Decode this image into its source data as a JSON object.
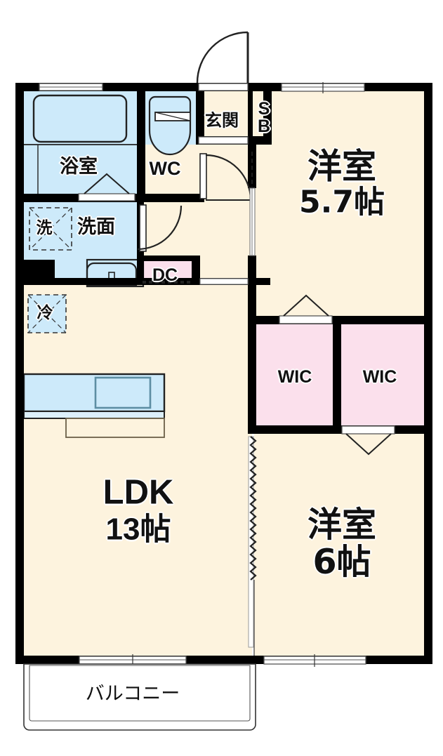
{
  "plan": {
    "type": "japanese-apartment-floorplan",
    "layout_code": "2LDK",
    "colors": {
      "wall": "#000000",
      "room_floor": "#FDF3DE",
      "wet_area": "#CDEAFA",
      "closet": "#FBE0EC",
      "balcony": "#FFFFFF",
      "text": "#111111"
    }
  },
  "rooms": [
    {
      "id": "bedroom_north",
      "name": "洋室",
      "size": "5.7帖",
      "fill": "room_floor"
    },
    {
      "id": "bedroom_south",
      "name": "洋室",
      "size": "6帖",
      "fill": "room_floor"
    },
    {
      "id": "ldk",
      "name": "LDK",
      "size": "13帖",
      "fill": "room_floor"
    },
    {
      "id": "bath",
      "name": "浴室",
      "size": "",
      "fill": "wet_area"
    },
    {
      "id": "toilet",
      "name": "WC",
      "size": "",
      "fill": "wet_area"
    },
    {
      "id": "washroom",
      "name": "洗面",
      "size": "",
      "fill": "wet_area"
    },
    {
      "id": "laundry_slot",
      "name": "洗",
      "size": "",
      "fill": "wet_area"
    },
    {
      "id": "entrance",
      "name": "玄関",
      "size": "",
      "fill": "room_floor"
    },
    {
      "id": "shoe_box",
      "name": "SB",
      "size": "",
      "fill": "closet"
    },
    {
      "id": "dc_closet",
      "name": "DC",
      "size": "",
      "fill": "closet"
    },
    {
      "id": "wic_left",
      "name": "WIC",
      "size": "",
      "fill": "closet"
    },
    {
      "id": "wic_right",
      "name": "WIC",
      "size": "",
      "fill": "closet"
    },
    {
      "id": "fridge_slot",
      "name": "冷",
      "size": "",
      "fill": "wet_area"
    },
    {
      "id": "balcony",
      "name": "バルコニー",
      "size": "",
      "fill": "balcony"
    }
  ],
  "labels": {
    "bedroom_north_name": "洋室",
    "bedroom_north_size": "5.7帖",
    "bedroom_south_name": "洋室",
    "bedroom_south_size": "6帖",
    "ldk_name": "LDK",
    "ldk_size": "13帖",
    "bath": "浴室",
    "toilet": "WC",
    "entrance": "玄関",
    "shoe_box_line1": "S",
    "shoe_box_line2": "B",
    "laundry": "洗",
    "washroom": "洗面",
    "fridge": "冷",
    "dc": "DC",
    "wic_left": "WIC",
    "wic_right": "WIC",
    "balcony": "バルコニー"
  },
  "fixtures": [
    {
      "name": "bathtub",
      "room": "bath"
    },
    {
      "name": "toilet-bowl",
      "room": "toilet"
    },
    {
      "name": "vanity-sink",
      "room": "washroom"
    },
    {
      "name": "kitchen-counter",
      "room": "ldk"
    },
    {
      "name": "kitchen-sink",
      "room": "ldk"
    },
    {
      "name": "washing-machine-slot",
      "room": "washroom"
    },
    {
      "name": "refrigerator-slot",
      "room": "ldk"
    }
  ],
  "openings": [
    {
      "name": "entrance-door",
      "type": "hinged-door"
    },
    {
      "name": "toilet-door",
      "type": "hinged-door"
    },
    {
      "name": "washroom-door",
      "type": "hinged-door"
    },
    {
      "name": "bath-door",
      "type": "folding-door"
    },
    {
      "name": "hall-to-bedroom-north-door",
      "type": "sliding-door"
    },
    {
      "name": "ldk-to-bedroom-south-partition",
      "type": "sliding-partition"
    },
    {
      "name": "wic-left-door",
      "type": "folding-door"
    },
    {
      "name": "wic-right-door",
      "type": "folding-door"
    },
    {
      "name": "bedroom-north-window",
      "type": "window"
    },
    {
      "name": "bath-window",
      "type": "window"
    },
    {
      "name": "ldk-balcony-window",
      "type": "window"
    },
    {
      "name": "bedroom-south-balcony-window",
      "type": "window"
    }
  ]
}
